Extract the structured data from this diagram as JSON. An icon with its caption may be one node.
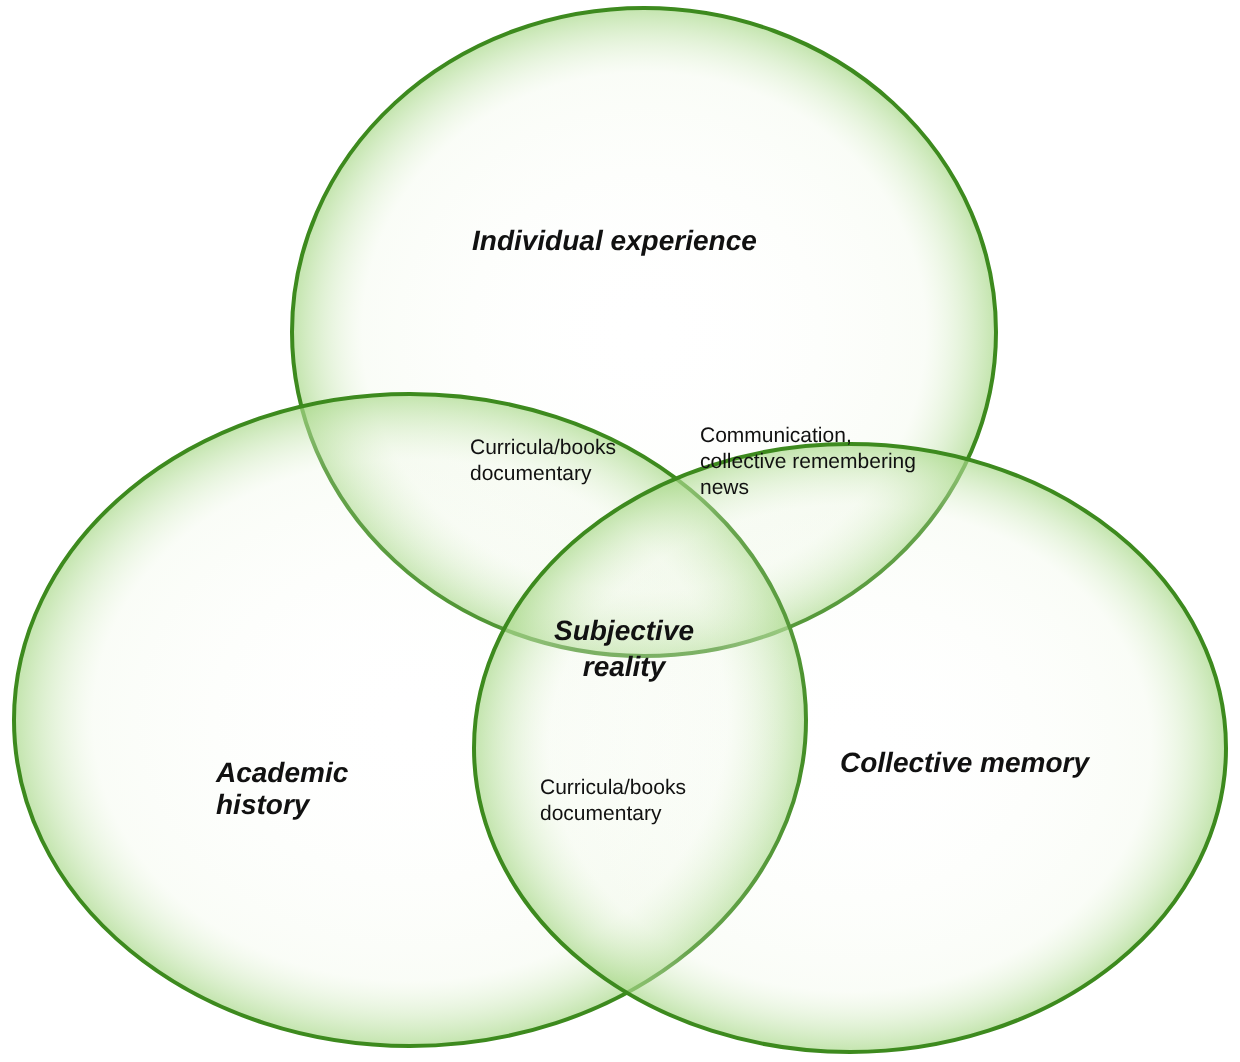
{
  "diagram": {
    "nodes": [
      {
        "text": [
          "Individual experience"
        ]
      },
      {
        "text": [
          "Academic history"
        ]
      },
      {
        "text": [
          "Collective memory"
        ]
      }
    ],
    "labels": [
      "Curricula/books documentary",
      "Communication, collective remembering news",
      "Subjective reality",
      "Curricula/books documentary"
    ]
  }
}
